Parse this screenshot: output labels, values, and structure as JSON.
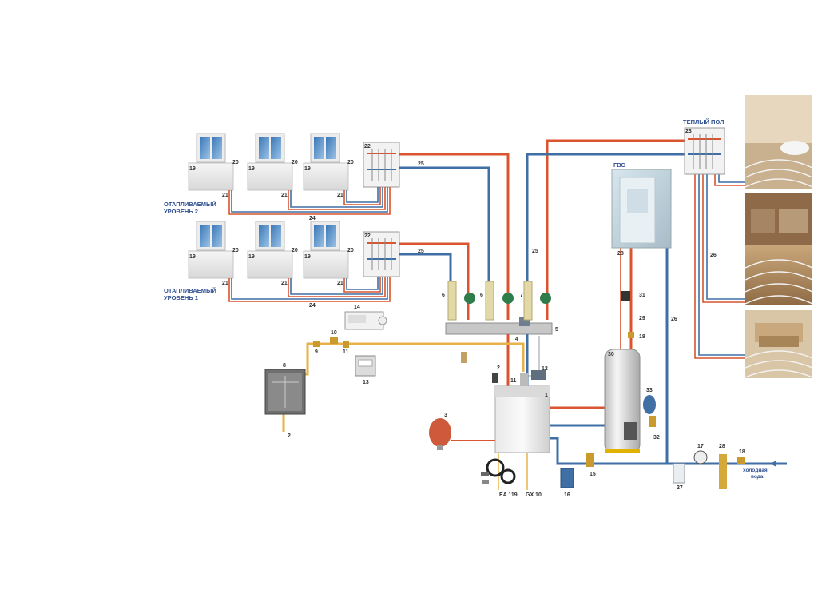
{
  "labels": {
    "level2": [
      "ОТАПЛИВАЕМЫЙ",
      "УРОВЕНЬ 2"
    ],
    "level1": [
      "ОТАПЛИВАЕМЫЙ",
      "УРОВЕНЬ 1"
    ],
    "warm_floor": "ТЕПЛЫЙ ПОЛ",
    "dhw": "ГВС",
    "cold_water": [
      "холодная",
      "вода"
    ],
    "ea": "EA 119",
    "gx": "GX 10"
  },
  "numbers": {
    "n1": "1",
    "n2": "2",
    "n3": "3",
    "n4": "4",
    "n5": "5",
    "n6": "6",
    "n7": "7",
    "n8": "8",
    "n9": "9",
    "n10": "10",
    "n11": "11",
    "n12": "12",
    "n13": "13",
    "n14": "14",
    "n15": "15",
    "n16": "16",
    "n17": "17",
    "n18": "18",
    "n19": "19",
    "n20": "20",
    "n21": "21",
    "n22": "22",
    "n23": "23",
    "n24": "24",
    "n25": "25",
    "n26": "26",
    "n27": "27",
    "n28": "28",
    "n29": "29",
    "n30": "30",
    "n31": "31",
    "n32": "32",
    "n33": "33"
  },
  "colors": {
    "hot": "#d9542f",
    "cold": "#3f6fa5",
    "gas": "#e8b24a",
    "label": "#2f4f8f"
  }
}
